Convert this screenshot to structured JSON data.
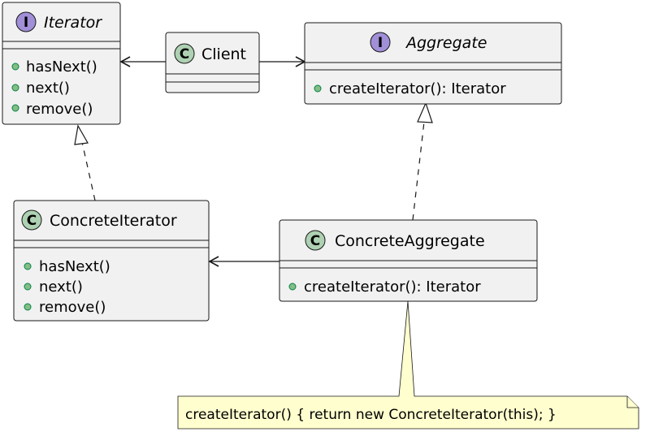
{
  "diagram": {
    "classes": {
      "iterator": {
        "kind": "interface",
        "badge": "I",
        "badge_color": "#a18fd8",
        "name": "Iterator",
        "methods": [
          "hasNext()",
          "next()",
          "remove()"
        ]
      },
      "client": {
        "kind": "class",
        "badge": "C",
        "badge_color": "#add1b2",
        "name": "Client",
        "methods": []
      },
      "aggregate": {
        "kind": "interface",
        "badge": "I",
        "badge_color": "#a18fd8",
        "name": "Aggregate",
        "methods": [
          "createIterator(): Iterator"
        ]
      },
      "concrete_iterator": {
        "kind": "class",
        "badge": "C",
        "badge_color": "#add1b2",
        "name": "ConcreteIterator",
        "methods": [
          "hasNext()",
          "next()",
          "remove()"
        ]
      },
      "concrete_aggregate": {
        "kind": "class",
        "badge": "C",
        "badge_color": "#add1b2",
        "name": "ConcreteAggregate",
        "methods": [
          "createIterator(): Iterator"
        ]
      }
    },
    "note": {
      "text": "createIterator() { return new ConcreteIterator(this); }"
    }
  }
}
